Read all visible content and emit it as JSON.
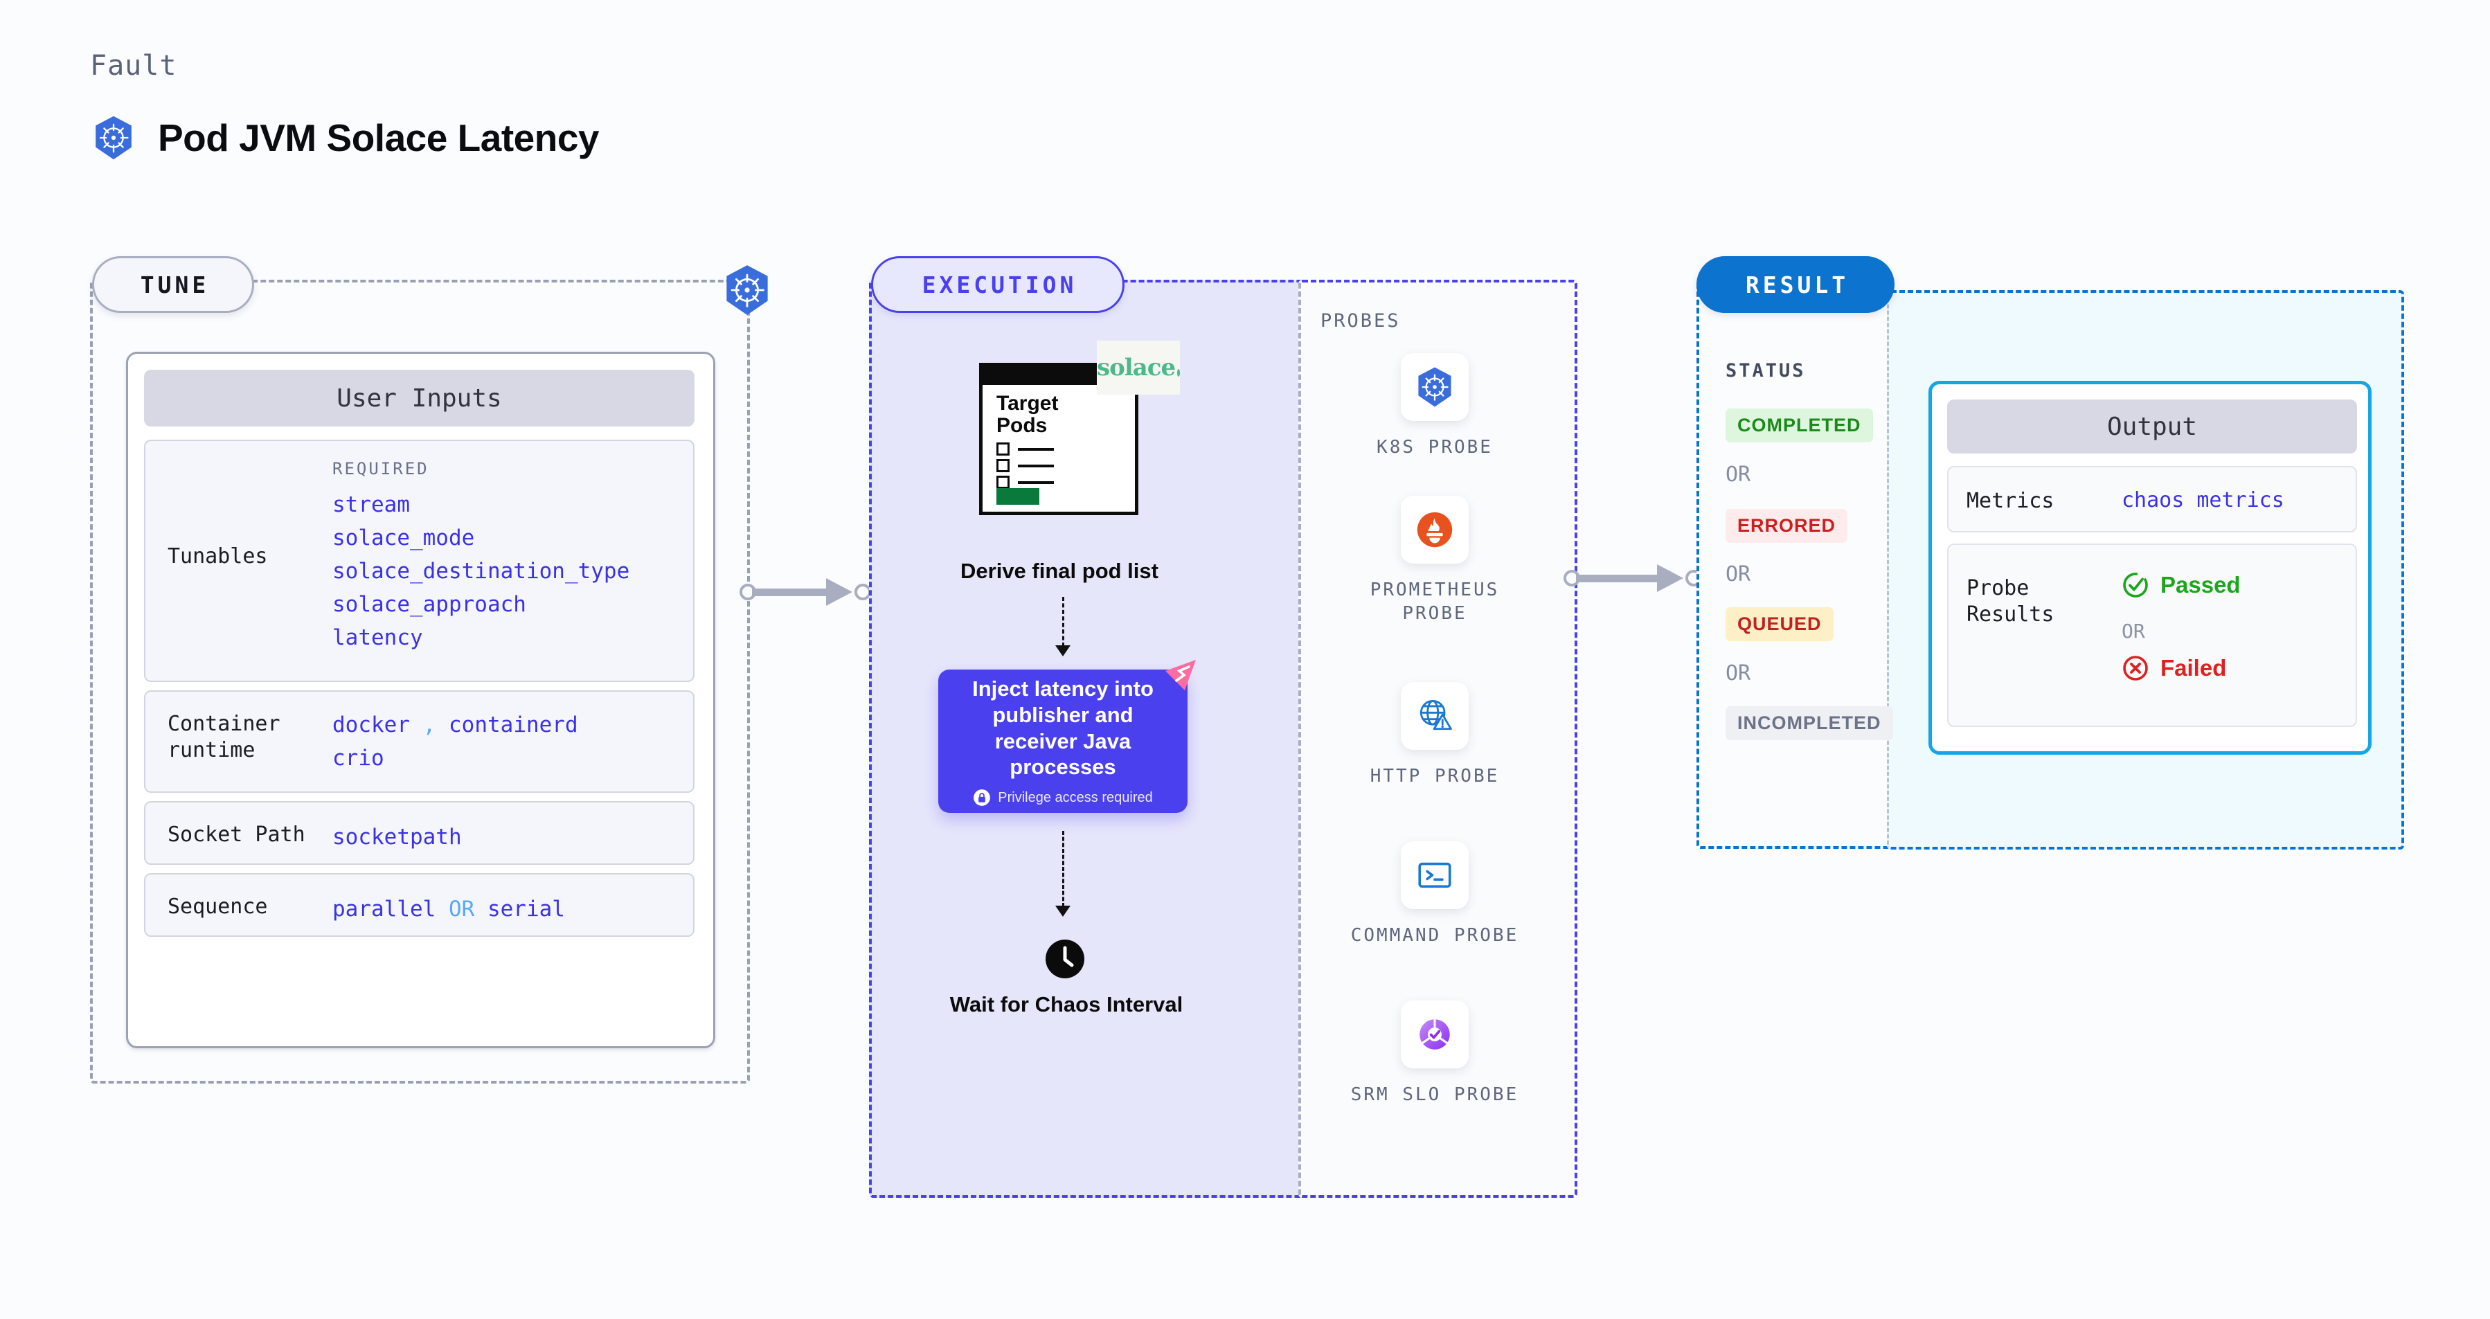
{
  "header": {
    "kicker": "Fault",
    "title": "Pod JVM Solace Latency",
    "icon": "kubernetes-icon"
  },
  "tune": {
    "pill_label": "TUNE",
    "card_header": "User Inputs",
    "badge_icon": "kubernetes-icon",
    "rows": [
      {
        "key": "Tunables",
        "required_label": "REQUIRED",
        "values": [
          "stream",
          "solace_mode",
          "solace_destination_type",
          "solace_approach",
          "latency"
        ]
      },
      {
        "key": "Container runtime",
        "values": [
          "docker",
          "containerd",
          "crio"
        ],
        "separator": ","
      },
      {
        "key": "Socket Path",
        "values": [
          "socketpath"
        ]
      },
      {
        "key": "Sequence",
        "values": [
          "parallel",
          "serial"
        ],
        "separator": "OR"
      }
    ]
  },
  "execution": {
    "pill_label": "EXECUTION",
    "pod_doc": {
      "title": "Target\nPods",
      "brand": "solace",
      "items": 3
    },
    "derive_caption": "Derive final pod list",
    "inject": {
      "text": "Inject latency into publisher and receiver Java processes",
      "privilege_note": "Privilege access required",
      "lock_icon": "lock-icon",
      "corner_icon": "chaos-badge-icon",
      "color": "#4b40ee"
    },
    "wait": {
      "icon": "clock-icon",
      "caption": "Wait for Chaos Interval"
    }
  },
  "probes": {
    "title": "PROBES",
    "items": [
      {
        "label": "K8S PROBE",
        "icon": "kubernetes-icon"
      },
      {
        "label": "PROMETHEUS PROBE",
        "icon": "prometheus-icon"
      },
      {
        "label": "HTTP PROBE",
        "icon": "globe-warning-icon"
      },
      {
        "label": "COMMAND PROBE",
        "icon": "terminal-icon"
      },
      {
        "label": "SRM SLO PROBE",
        "icon": "slo-donut-icon"
      }
    ]
  },
  "result": {
    "pill_label": "RESULT",
    "status_title": "STATUS",
    "or_label": "OR",
    "statuses": [
      {
        "label": "COMPLETED",
        "bg": "#dff6de",
        "fg": "#1b8a1b"
      },
      {
        "label": "ERRORED",
        "bg": "#fdeceb",
        "fg": "#cc2020"
      },
      {
        "label": "QUEUED",
        "bg": "#fdf0c6",
        "fg": "#c22020"
      },
      {
        "label": "INCOMPLETED",
        "bg": "#eef0f4",
        "fg": "#6c7287"
      }
    ]
  },
  "output": {
    "card_header": "Output",
    "metrics_key": "Metrics",
    "metrics_value": "chaos metrics",
    "probe_results_key": "Probe Results",
    "or_label": "OR",
    "passed_label": "Passed",
    "failed_label": "Failed",
    "passed_color": "#1ba61b",
    "failed_color": "#e02020"
  }
}
